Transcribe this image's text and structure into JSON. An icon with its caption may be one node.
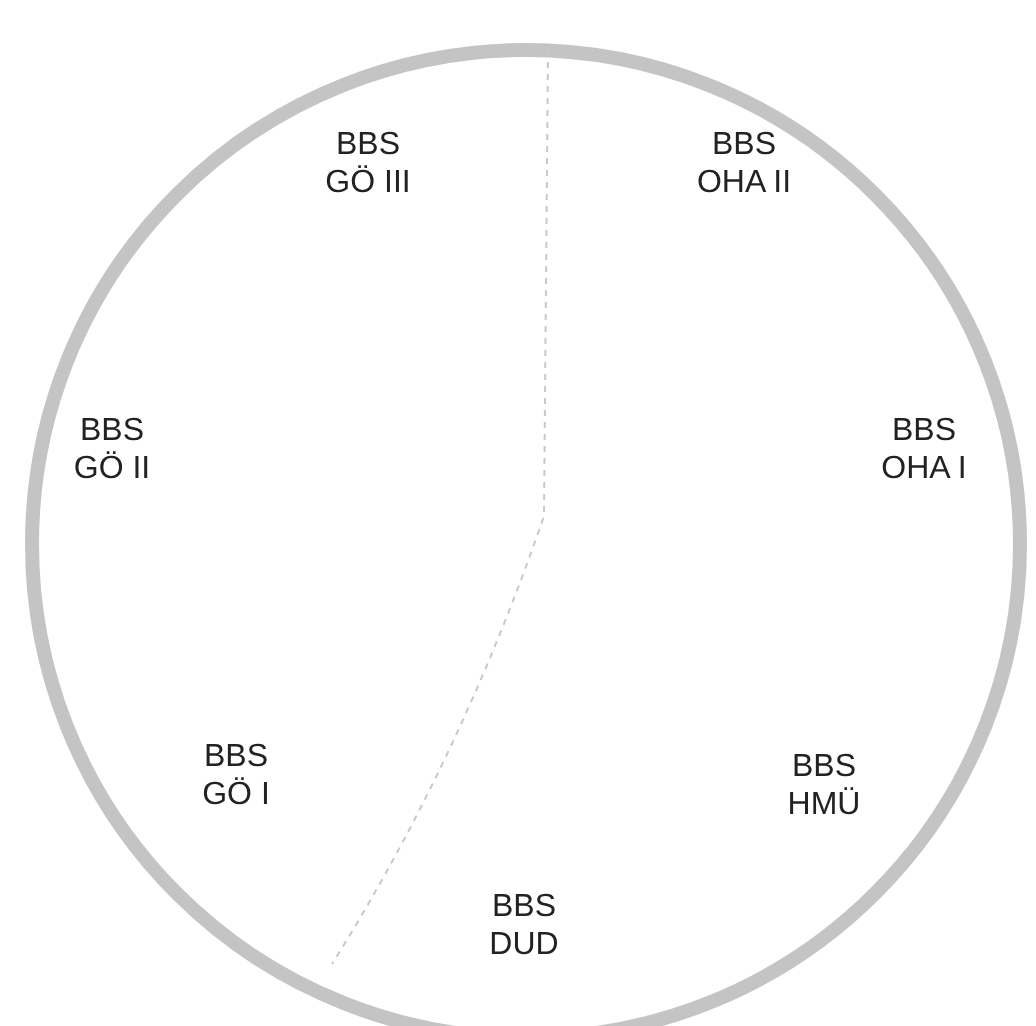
{
  "diagram": {
    "labels": [
      "BBS GÖ III",
      "BBS OHA II",
      "BBS GÖ II",
      "BBS OHA I",
      "BBS GÖ I",
      "BBS HMÜ",
      "BBS DUD"
    ]
  }
}
